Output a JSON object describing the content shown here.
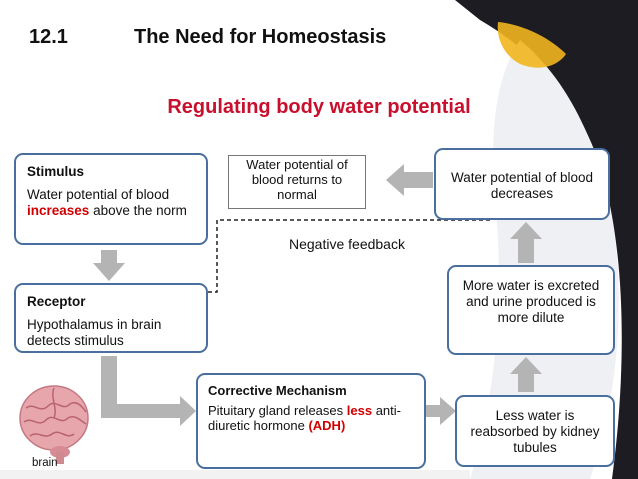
{
  "header": {
    "section_number": "12.1",
    "title": "The Need for Homeostasis"
  },
  "subtitle": "Regulating body water potential",
  "boxes": {
    "stimulus": {
      "heading": "Stimulus",
      "text_before": "Water potential of blood",
      "highlight": "increases",
      "text_after": "above the norm"
    },
    "receptor": {
      "heading": "Receptor",
      "text": "Hypothalamus in brain detects stimulus"
    },
    "corrective": {
      "heading": "Corrective Mechanism",
      "text_before": "Pituitary gland releases",
      "highlight_1": "less",
      "text_middle": "anti-diuretic hormone",
      "highlight_2": "(ADH)"
    },
    "reabsorbed": {
      "text": "Less water is reabsorbed by kidney tubules"
    },
    "excreted": {
      "text": "More water is excreted and urine produced is more dilute"
    },
    "decreases": {
      "text": "Water potential of blood decreases"
    },
    "returns": {
      "text": "Water potential of blood returns to normal"
    }
  },
  "feedback_label": "Negative feedback",
  "brain_label": "brain",
  "colors": {
    "accent_red": "#d10000",
    "title_red": "#c8102e",
    "box_border": "#4a6f9e",
    "arrow_gray": "#b4b4b4"
  }
}
